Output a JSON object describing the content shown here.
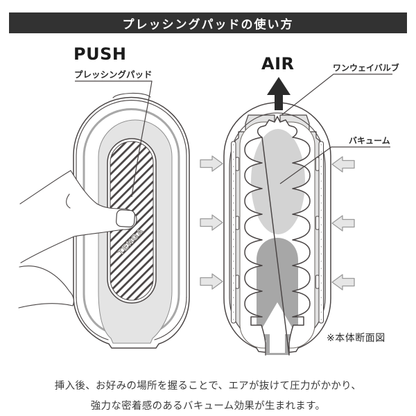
{
  "header": {
    "title": "プレッシングパッドの使い方"
  },
  "left_figure": {
    "push_label": "PUSH",
    "pad_label": "プレッシングパッド",
    "logo": "TENGA",
    "description_icons": {
      "hand": "hand-pressing-pad",
      "pad_texture": "diagonal-hatch"
    }
  },
  "right_figure": {
    "air_label": "AIR",
    "valve_label": "ワンウェイバルブ",
    "vacuum_label": "バキューム",
    "caption": "※本体断面図",
    "icons": {
      "air_arrow": "up-arrow-black",
      "squeeze_arrows_left": "right-arrow-gray-x3",
      "squeeze_arrows_right": "left-arrow-gray-x3",
      "insertion_arrow": "up-arrow-white"
    }
  },
  "footer": {
    "line1": "挿入後、お好みの場所を握ることで、エアが抜けて圧力がかかり、",
    "line2": "強力な密着感のあるバキューム効果が生まれます。"
  },
  "colors": {
    "header_bg": "#323232",
    "header_fg": "#ffffff",
    "outline": "#4a4545",
    "shell_gray": "#e2e2e2",
    "vacuum_gray": "#d3d3d3",
    "column_gray": "#a7a7a7",
    "arrow_fill": "#e6e6e6",
    "arrow_stroke": "#9a9a9a",
    "text": "#3a3a3a"
  }
}
